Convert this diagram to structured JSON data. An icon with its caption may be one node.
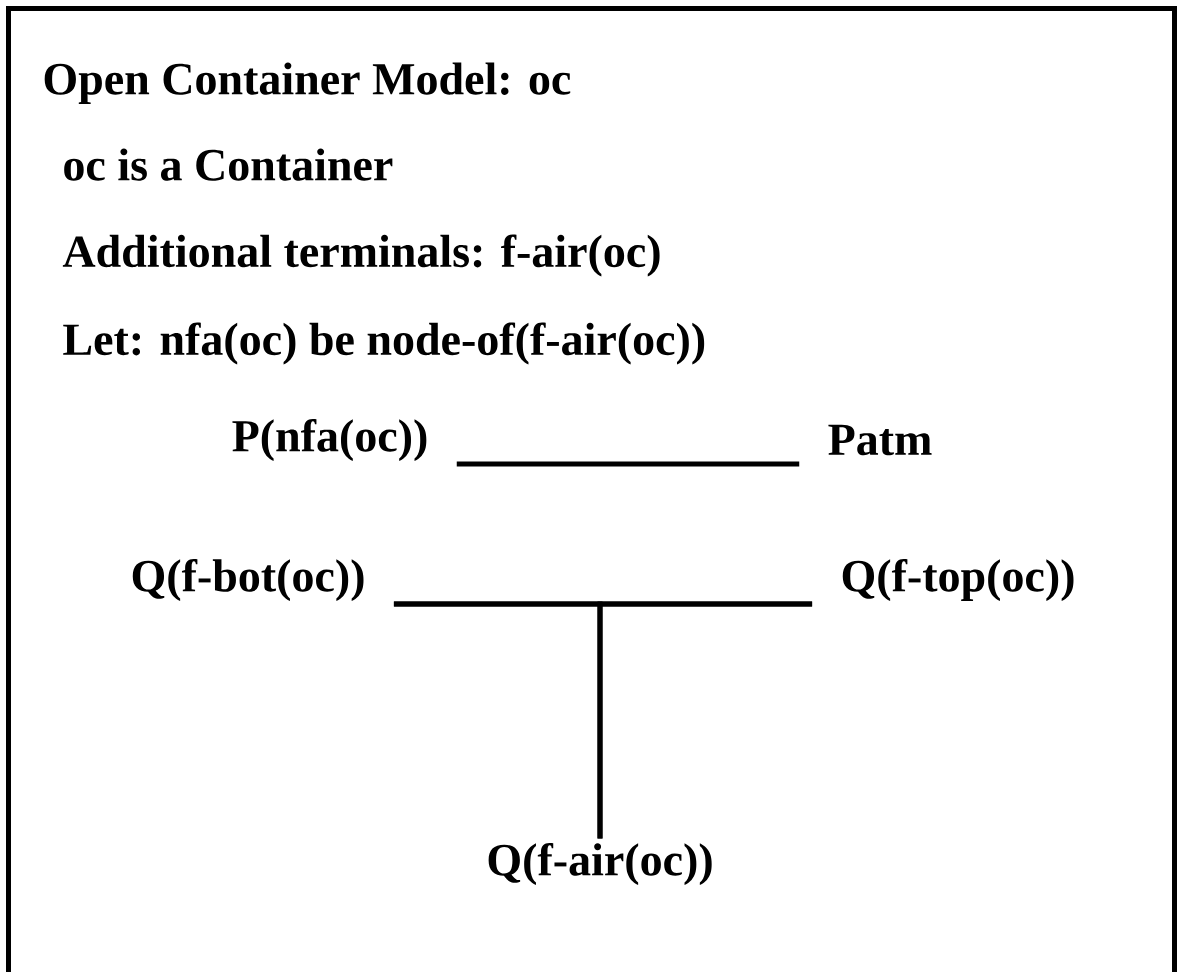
{
  "diagram": {
    "nodes": [
      {
        "text": [
          "Open Container Model: oc",
          "oc is a Container",
          "Additional terminals: f-air(oc)",
          "Let: nfa(oc) be node-of(f-air(oc))"
        ]
      },
      {
        "text": [
          "P(nfa(oc))"
        ],
        "in": 0
      },
      {
        "text": [
          "Patm"
        ],
        "in": 0
      },
      {
        "text": [
          "Q(f-bot(oc))"
        ],
        "in": 0
      },
      {
        "text": [
          "Q(f-top(oc))"
        ],
        "in": 0
      },
      {
        "text": [
          "Q(f-air(oc))"
        ],
        "in": 0
      }
    ],
    "edges": [
      {
        "from": 1,
        "to": 2,
        "arrow": "none"
      },
      {
        "from": 3,
        "to": 4,
        "arrow": "none"
      },
      {
        "from": 3,
        "to": 5,
        "arrow": "none"
      },
      {
        "from": 4,
        "to": 5,
        "arrow": "none"
      }
    ]
  }
}
